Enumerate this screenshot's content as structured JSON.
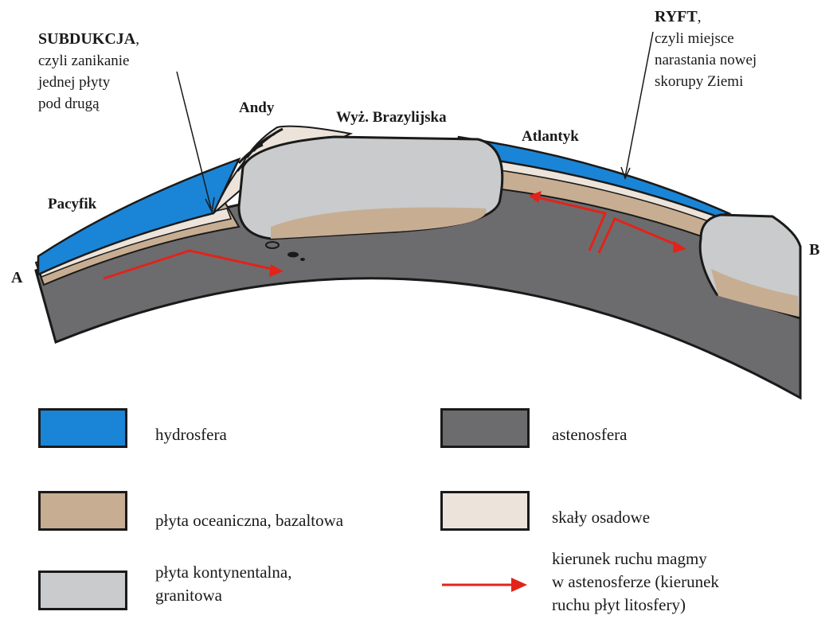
{
  "labels": {
    "subduction_title": "SUBDUKCJA",
    "subduction_comma": ",",
    "subduction_desc_1": "czyli zanikanie",
    "subduction_desc_2": "jednej płyty",
    "subduction_desc_3": "pod drugą",
    "rift_title": "RYFT",
    "rift_comma": ",",
    "rift_desc_1": "czyli miejsce",
    "rift_desc_2": "narastania nowej",
    "rift_desc_3": "skorupy Ziemi",
    "andes": "Andy",
    "brazil_highlands": "Wyż. Brazylijska",
    "atlantic": "Atlantyk",
    "pacific": "Pacyfik",
    "point_a": "A",
    "point_b": "B"
  },
  "legend": {
    "hydrosphere": "hydrosfera",
    "asthenosphere": "astenosfera",
    "oceanic_plate": "płyta oceaniczna, bazaltowa",
    "sedimentary": "skały osadowe",
    "continental_plate_1": "płyta kontynentalna,",
    "continental_plate_2": "granitowa",
    "magma_direction_1": "kierunek ruchu magmy",
    "magma_direction_2": "w astenosferze (kierunek",
    "magma_direction_3": "ruchu płyt litosfery)"
  },
  "colors": {
    "hydrosphere": "#1a85d6",
    "asthenosphere": "#6c6c6e",
    "oceanic_plate": "#c7ad92",
    "sedimentary": "#ece4da",
    "continental_plate": "#c9cbcd",
    "arrow": "#e2231a",
    "outline": "#1a1a1a"
  }
}
